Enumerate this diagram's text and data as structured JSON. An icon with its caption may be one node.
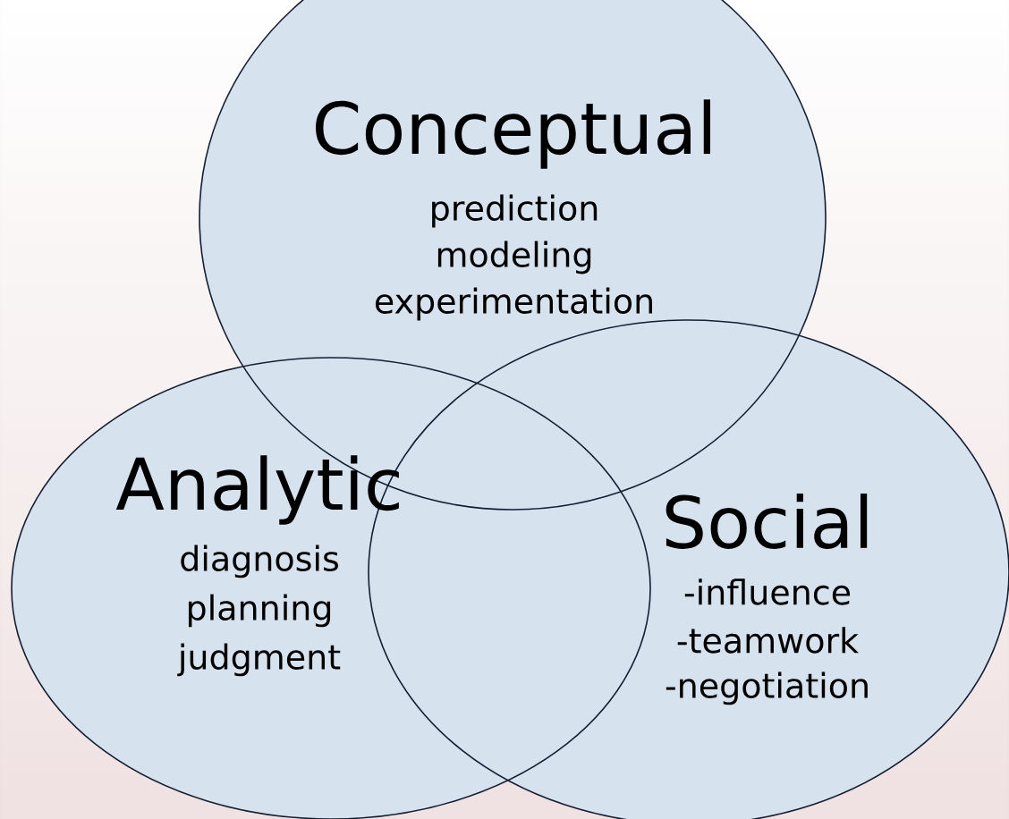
{
  "diagram": {
    "nodes": [
      {
        "text": [
          "Conceptual",
          "prediction",
          "modeling",
          "experimentation"
        ]
      },
      {
        "text": [
          "Analytic",
          "diagnosis",
          "planning",
          "judgment"
        ]
      },
      {
        "text": [
          "Social",
          "-influence",
          "-teamwork",
          "-negotiation"
        ]
      }
    ]
  }
}
